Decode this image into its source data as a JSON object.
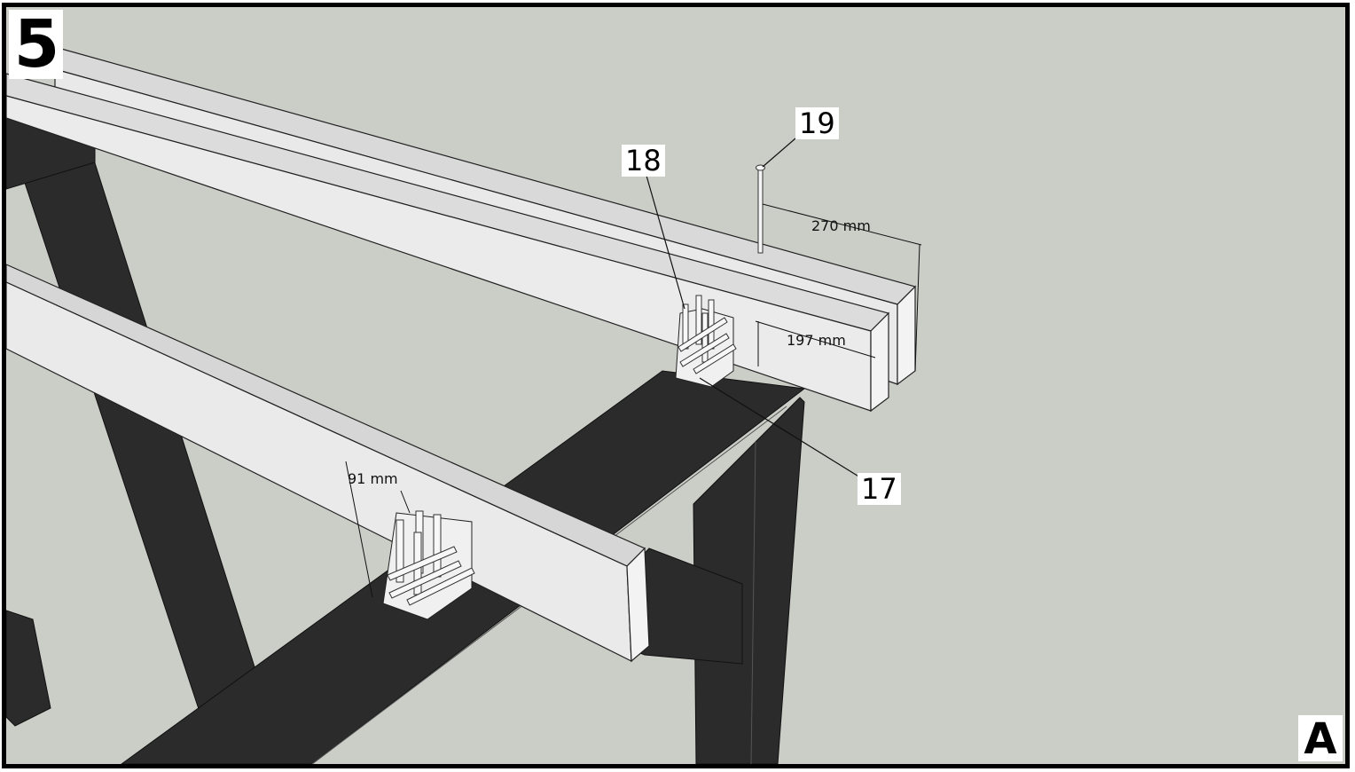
{
  "step_number": "5",
  "view_letter": "A",
  "callouts": {
    "part_17": "17",
    "part_18": "18",
    "part_19": "19"
  },
  "dimensions": {
    "spacing_top": "270 mm",
    "spacing_mid": "197 mm",
    "spacing_lower": "91 mm"
  },
  "colors": {
    "background": "#cbcdc7",
    "frame_timber": "#2b2b2b",
    "beam_face": "#e8e8e8",
    "beam_top": "#d8d8d8",
    "beam_end": "#f2f2f2"
  }
}
